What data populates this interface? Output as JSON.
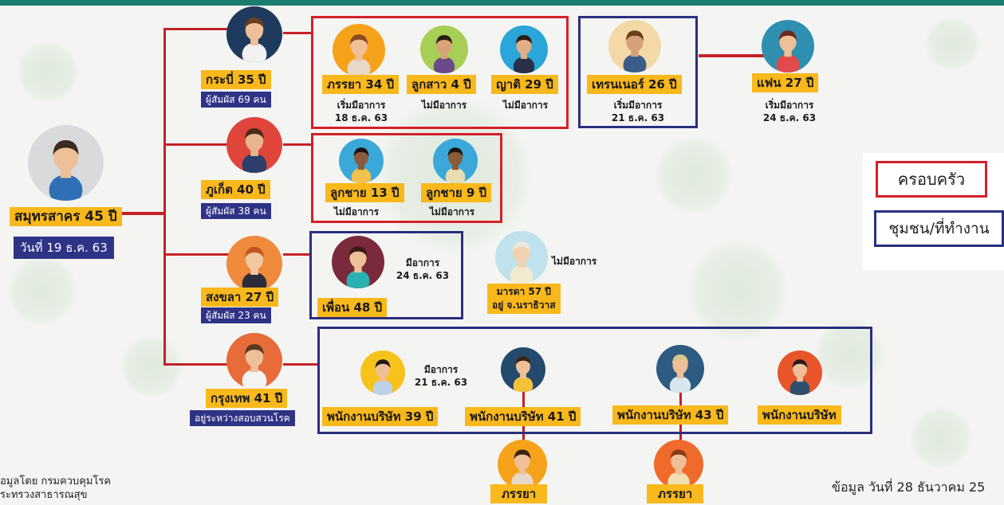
{
  "source_lines": [
    "้อมูลโดย กรมควบคุมโรค",
    "ระทรวงสาธารณสุข"
  ],
  "date_note": "ข้อมูล วันที่ 28 ธันวาคม 25",
  "index_case": {
    "name": "สมุทรสาคร 45 ปี",
    "date": "วันที่ 19 ธ.ค. 63"
  },
  "branches": [
    {
      "name": "กระบี่ 35 ปี",
      "contacts": "ผู้สัมผัส 69 คน"
    },
    {
      "name": "ภูเก็ต 40 ปี",
      "contacts": "ผู้สัมผัส 38 คน"
    },
    {
      "name": "สงขลา 27 ปี",
      "contacts": "ผู้สัมผัส 23 คน"
    },
    {
      "name": "กรุงเทพ 41 ปี",
      "contacts": "อยู่ระหว่างสอบสวนโรค"
    }
  ],
  "krabi_family": [
    {
      "label": "ภรรยา 34 ปี",
      "status": "เริ่มมีอาการ",
      "date": "18 ธ.ค. 63"
    },
    {
      "label": "ลูกสาว 4 ปี",
      "status": "ไม่มีอาการ"
    },
    {
      "label": "ญาติ 29 ปี",
      "status": "ไม่มีอาการ"
    }
  ],
  "trainer": {
    "label": "เทรนเนอร์ 26 ปี",
    "status": "เริ่มมีอาการ",
    "date": "21 ธ.ค. 63"
  },
  "girlfriend": {
    "label": "แฟน 27 ปี",
    "status": "เริ่มมีอาการ",
    "date": "24 ธ.ค. 63"
  },
  "phuket_family": [
    {
      "label": "ลูกชาย 13 ปี",
      "status": "ไม่มีอาการ"
    },
    {
      "label": "ลูกชาย 9 ปี",
      "status": "ไม่มีอาการ"
    }
  ],
  "friend": {
    "label": "เพื่อน 48 ปี",
    "status": "มีอาการ",
    "date": "24 ธ.ค. 63"
  },
  "mother": {
    "label": "มารดา 57 ปี",
    "sub": "อยู่ จ.นราธิวาส",
    "status": "ไม่มีอาการ"
  },
  "bkk_workers": [
    {
      "label": "พนักงานบริษัท 39 ปี",
      "status": "มีอาการ",
      "date": "21 ธ.ค. 63"
    },
    {
      "label": "พนักงานบริษัท 41 ปี"
    },
    {
      "label": "พนักงานบริษัท 43 ปี"
    },
    {
      "label": "พนักงานบริษัท"
    }
  ],
  "wives": [
    "ภรรยา",
    "ภรรยา"
  ],
  "legend": {
    "family": "ครอบครัว",
    "community": "ชุมชน/ที่ทำงาน"
  },
  "colors": {
    "family_border": "#d4202a",
    "community_border": "#2b2f7e",
    "label_fill": "#f9b81b",
    "contact_fill": "#2e3386",
    "link": "#c62128"
  }
}
